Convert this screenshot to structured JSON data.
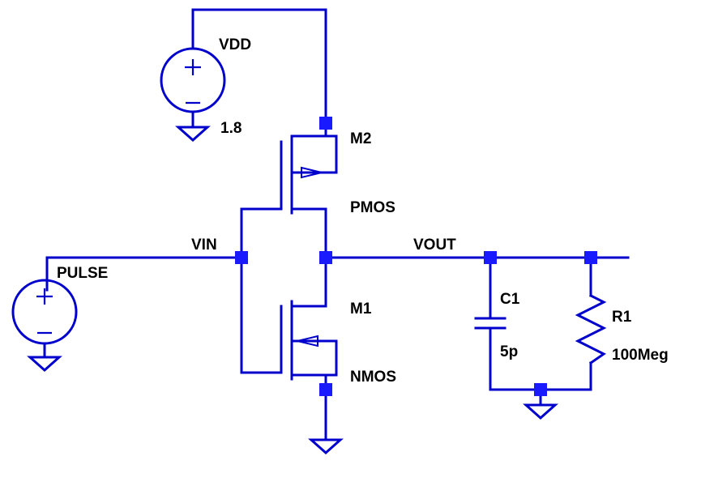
{
  "colors": {
    "wire": "#0000cc",
    "junction": "#1a1aff",
    "text": "#000000",
    "background": "#ffffff"
  },
  "sources": {
    "vdd": {
      "name": "VDD",
      "value": "1.8",
      "plus_symbol": "+",
      "minus_symbol": "−"
    },
    "vin": {
      "name": "PULSE",
      "plus_symbol": "+",
      "minus_symbol": "−"
    }
  },
  "transistors": {
    "m2": {
      "name": "M2",
      "model": "PMOS"
    },
    "m1": {
      "name": "M1",
      "model": "NMOS"
    }
  },
  "nets": {
    "input": "VIN",
    "output": "VOUT"
  },
  "capacitor": {
    "name": "C1",
    "value": "5p"
  },
  "resistor": {
    "name": "R1",
    "value": "100Meg"
  }
}
